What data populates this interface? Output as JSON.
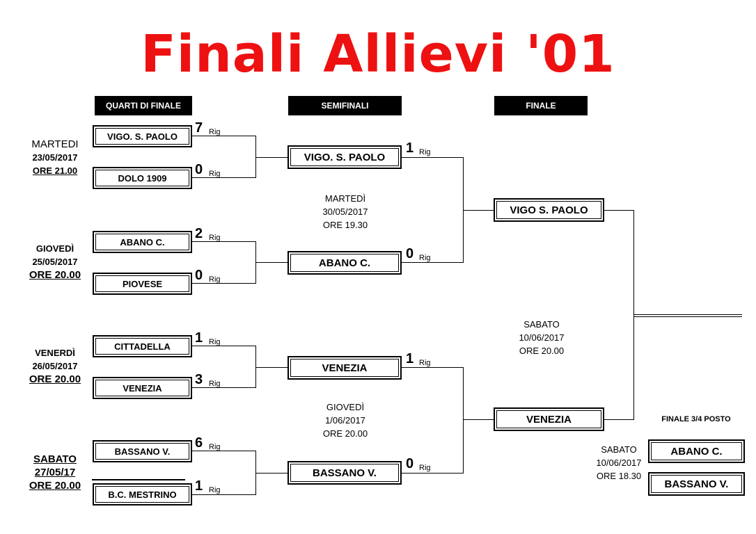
{
  "title": "Finali Allievi '01",
  "headers": {
    "qf": "QUARTI DI FINALE",
    "sf": "SEMIFINALI",
    "final": "FINALE"
  },
  "rig": "Rig",
  "qf": [
    {
      "home": "VIGO. S. PAOLO",
      "home_score": "7",
      "away": "DOLO 1909",
      "away_score": "0",
      "day": "MARTEDI",
      "date": "23/05/2017",
      "time": "ORE 21.00"
    },
    {
      "home": "ABANO C.",
      "home_score": "2",
      "away": "PIOVESE",
      "away_score": "0",
      "day": "GIOVEDÌ",
      "date": "25/05/2017",
      "time": "ORE 20.00"
    },
    {
      "home": "CITTADELLA",
      "home_score": "1",
      "away": "VENEZIA",
      "away_score": "3",
      "day": "VENERDÌ",
      "date": "26/05/2017",
      "time": "ORE 20.00"
    },
    {
      "home": "BASSANO V.",
      "home_score": "6",
      "away": "B.C. MESTRINO",
      "away_score": "1",
      "day": "SABATO",
      "date": "27/05/17",
      "time": "ORE 20.00"
    }
  ],
  "sf": [
    {
      "home": "VIGO. S. PAOLO",
      "home_score": "1",
      "away": "ABANO C.",
      "away_score": "0",
      "day": "MARTEDÌ",
      "date": "30/05/2017",
      "time": "ORE 19.30"
    },
    {
      "home": "VENEZIA",
      "home_score": "1",
      "away": "BASSANO V.",
      "away_score": "0",
      "day": "GIOVEDÌ",
      "date": "1/06/2017",
      "time": "ORE 20.00"
    }
  ],
  "final": {
    "team1": "VIGO S. PAOLO",
    "team2": "VENEZIA",
    "day": "SABATO",
    "date": "10/06/2017",
    "time": "ORE 20.00"
  },
  "third_place": {
    "label": "FINALE 3/4 POSTO",
    "team1": "ABANO C.",
    "team2": "BASSANO V.",
    "day": "SABATO",
    "date": "10/06/2017",
    "time": "ORE 18.30"
  }
}
